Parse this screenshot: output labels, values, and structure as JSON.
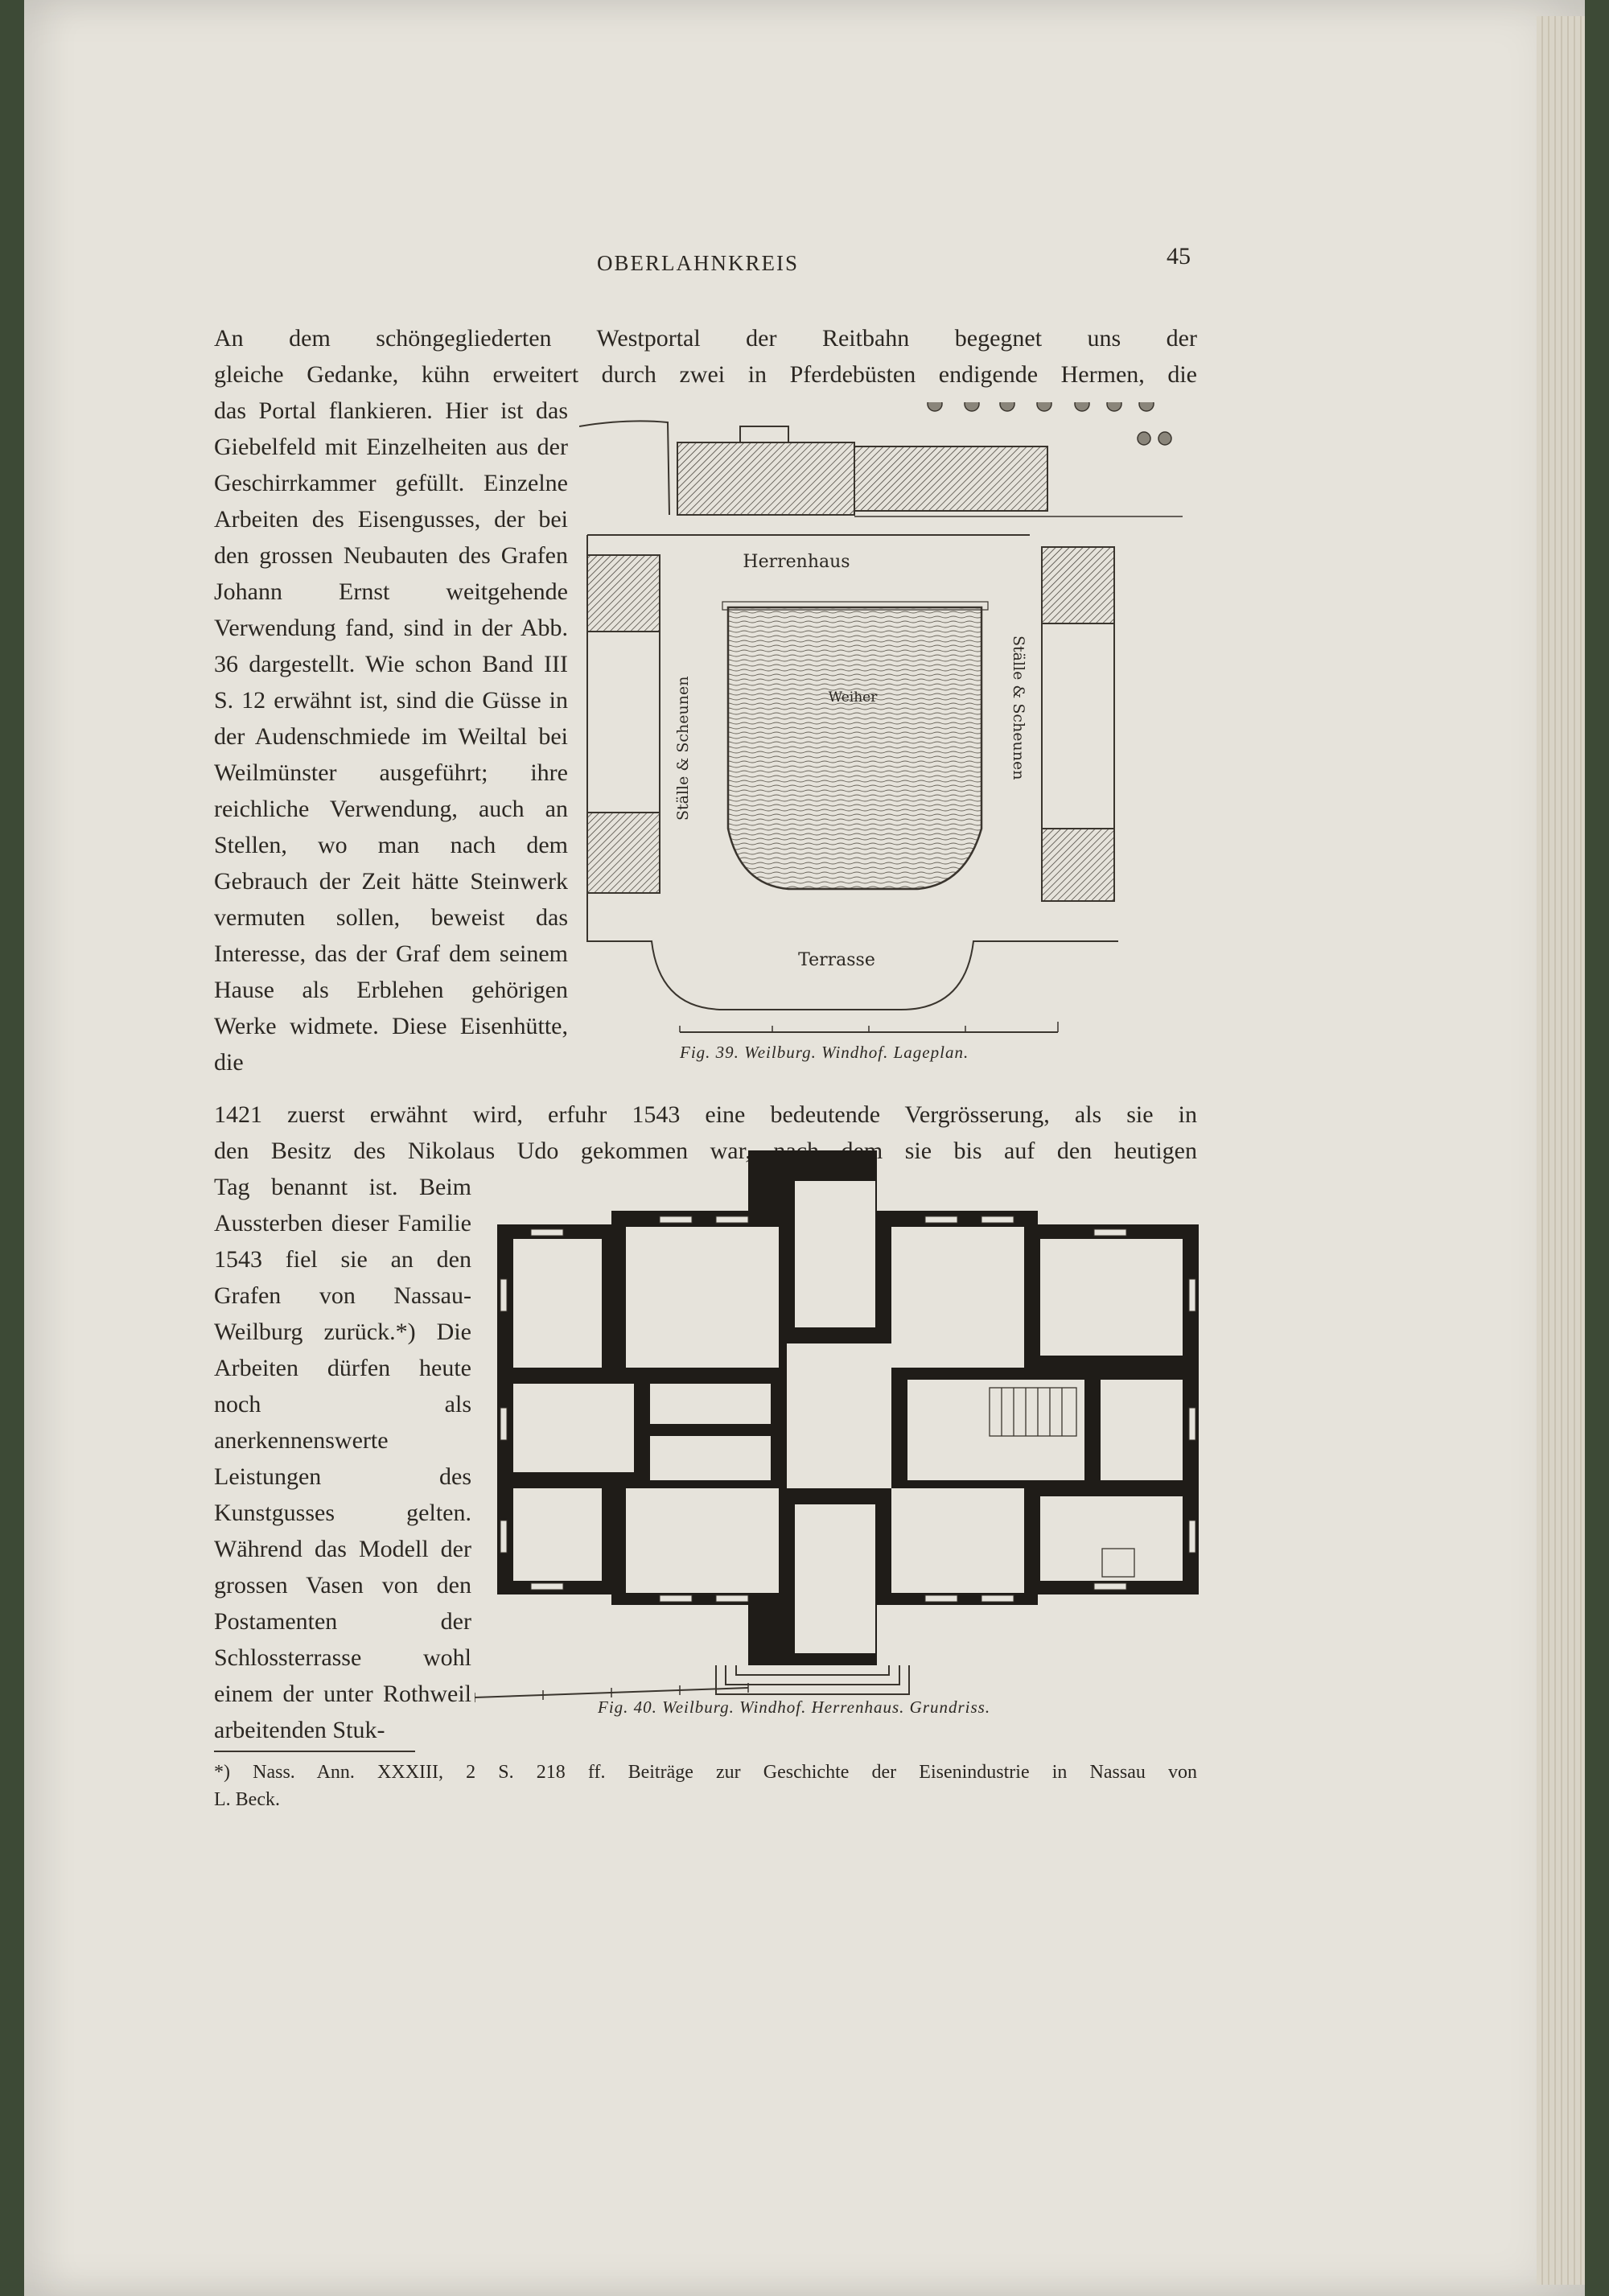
{
  "header": {
    "running_head": "OBERLAHNKREIS",
    "page_number": "45"
  },
  "text": {
    "l1": "An dem schöngegliederten Westportal der Reitbahn begegnet uns der",
    "l2": "gleiche Gedanke, kühn erweitert durch zwei in Pferdebüsten endigende Hermen, die",
    "wrap1": "das Portal flankieren. Hier ist das Giebelfeld mit Einzelheiten aus der Geschirrkammer gefüllt. Einzelne Arbeiten des Eisengusses, der bei den grossen Neubauten des Grafen Johann Ernst weitgehende Verwendung fand, sind in der Abb. 36 dargestellt. Wie schon Band III S. 12 erwähnt ist, sind die Güsse in der Audenschmiede im Weiltal bei Weilmünster ausgeführt; ihre reichliche Verwendung, auch an Stellen, wo man nach dem Gebrauch der Zeit hätte Steinwerk vermuten sollen, beweist das Interesse, das der Graf dem seinem Hause als Erblehen gehörigen Werke widmete. Diese Eisenhütte, die",
    "l3": "1421 zuerst erwähnt wird, erfuhr 1543 eine bedeutende Vergrösserung, als sie in",
    "l4": "den Besitz des Nikolaus Udo gekommen war, nach dem sie bis auf den heutigen",
    "wrap2": "Tag benannt ist. Beim Aussterben dieser Familie 1543 fiel sie an den Grafen von Nassau-Weilburg zurück.*) Die Arbeiten dürfen heute noch als anerkennenswerte Leistungen des Kunstgusses gelten. Während das Modell der grossen Vasen von den Postamenten der Schlossterrasse wohl einem der unter Rothweil arbeitenden Stuk-"
  },
  "figures": {
    "fig39": {
      "caption": "Fig. 39. Weilburg. Windhof. Lageplan.",
      "labels": {
        "herrenhaus": "Herrenhaus",
        "weiher": "Weiher",
        "stalle_left": "Ställe & Scheunen",
        "stalle_right": "Ställe & Scheunen",
        "terrasse": "Terrasse"
      }
    },
    "fig40": {
      "caption": "Fig. 40. Weilburg. Windhof. Herrenhaus. Grundriss."
    }
  },
  "footnote": {
    "text": "*) Nass. Ann. XXXIII, 2 S. 218 ff. Beiträge zur Geschichte der Eisenindustrie in Nassau von",
    "author": "L. Beck."
  }
}
